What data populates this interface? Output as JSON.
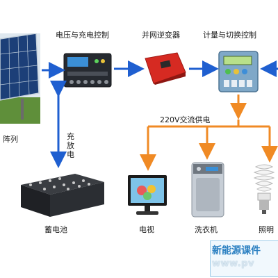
{
  "labels": {
    "solar_array": "阵列",
    "controller": "电压与充电控制",
    "inverter": "并网逆变器",
    "meter": "计量与切换控制",
    "charge_discharge": "充放电",
    "ac_supply": "220V交流供电",
    "battery": "蓄电池",
    "tv": "电视",
    "washer": "洗衣机",
    "lighting": "照明"
  },
  "watermark": {
    "title": "新能源课件",
    "url": "www.pv"
  },
  "colors": {
    "arrow_blue": "#1f5fd0",
    "arrow_orange": "#f08a24"
  }
}
